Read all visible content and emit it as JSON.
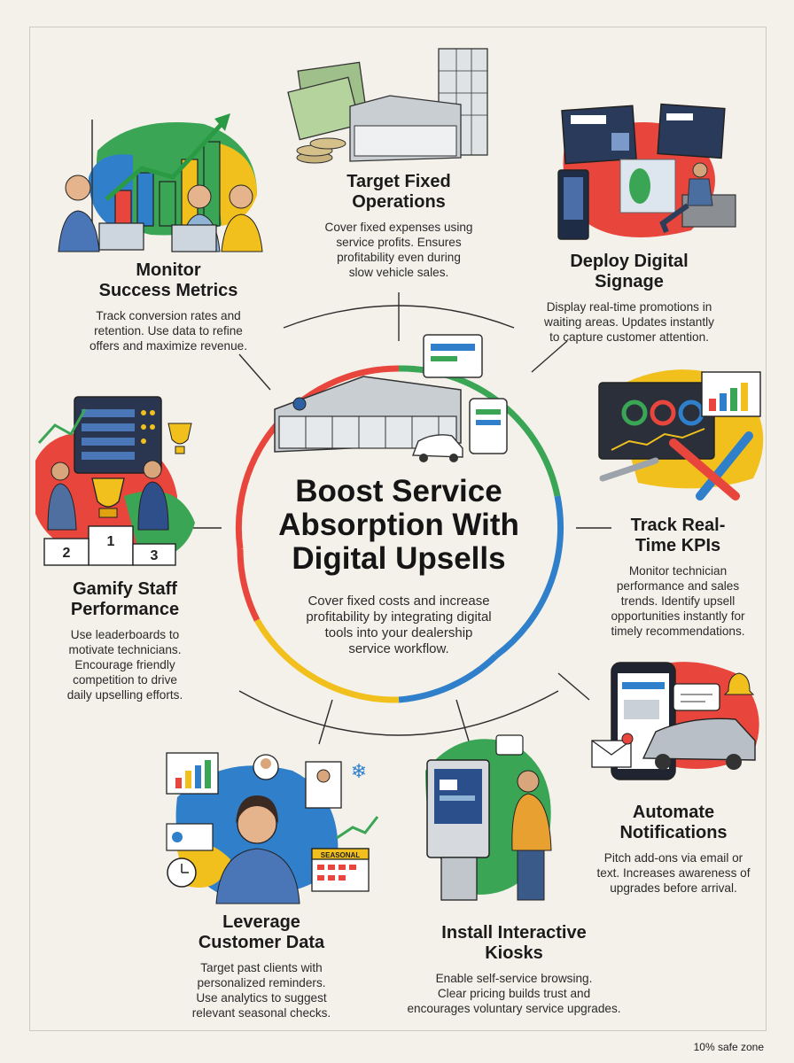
{
  "center": {
    "title_lines": [
      "Boost Service",
      "Absorption With",
      "Digital Upsells"
    ],
    "desc_lines": [
      "Cover fixed costs and increase",
      "profitability by integrating digital",
      "tools into your dealership",
      "service workflow."
    ]
  },
  "sections": [
    {
      "id": "fixed",
      "title_lines": [
        "Target Fixed",
        "Operations"
      ],
      "desc_lines": [
        "Cover fixed expenses using",
        "service profits. Ensures",
        "profitability even during",
        "slow vehicle sales."
      ]
    },
    {
      "id": "signage",
      "title_lines": [
        "Deploy Digital",
        "Signage"
      ],
      "desc_lines": [
        "Display real-time promotions in",
        "waiting areas. Updates instantly",
        "to capture customer attention."
      ]
    },
    {
      "id": "kpi",
      "title_lines": [
        "Track Real-",
        "Time KPIs"
      ],
      "desc_lines": [
        "Monitor technician",
        "performance and sales",
        "trends. Identify upsell",
        "opportunities instantly for",
        "timely recommendations."
      ]
    },
    {
      "id": "notif",
      "title_lines": [
        "Automate",
        "Notifications"
      ],
      "desc_lines": [
        "Pitch add-ons via email or",
        "text. Increases awareness of",
        "upgrades before arrival."
      ]
    },
    {
      "id": "kiosk",
      "title_lines": [
        "Install Interactive",
        "Kiosks"
      ],
      "desc_lines": [
        "Enable self-service browsing.",
        "Clear pricing builds trust and",
        "encourages voluntary service upgrades."
      ]
    },
    {
      "id": "data",
      "title_lines": [
        "Leverage",
        "Customer Data"
      ],
      "desc_lines": [
        "Target past clients with",
        "personalized reminders.",
        "Use analytics to suggest",
        "relevant seasonal checks."
      ]
    },
    {
      "id": "gamify",
      "title_lines": [
        "Gamify Staff",
        "Performance"
      ],
      "desc_lines": [
        "Use leaderboards to",
        "motivate technicians.",
        "Encourage friendly",
        "competition to drive",
        "daily upselling efforts."
      ]
    },
    {
      "id": "metrics",
      "title_lines": [
        "Monitor",
        "Success Metrics"
      ],
      "desc_lines": [
        "Track conversion rates and",
        "retention. Use data to refine",
        "offers and maximize revenue."
      ]
    }
  ],
  "illustrations": {
    "podium_places": [
      "2",
      "1",
      "3"
    ],
    "calendar_label": "SEASONAL"
  },
  "footer": {
    "safe_zone": "10% safe zone"
  },
  "colors": {
    "red": "#e8463c",
    "green": "#3aa655",
    "blue": "#2f7fcb",
    "yellow": "#f2c01d",
    "ink": "#222222"
  }
}
